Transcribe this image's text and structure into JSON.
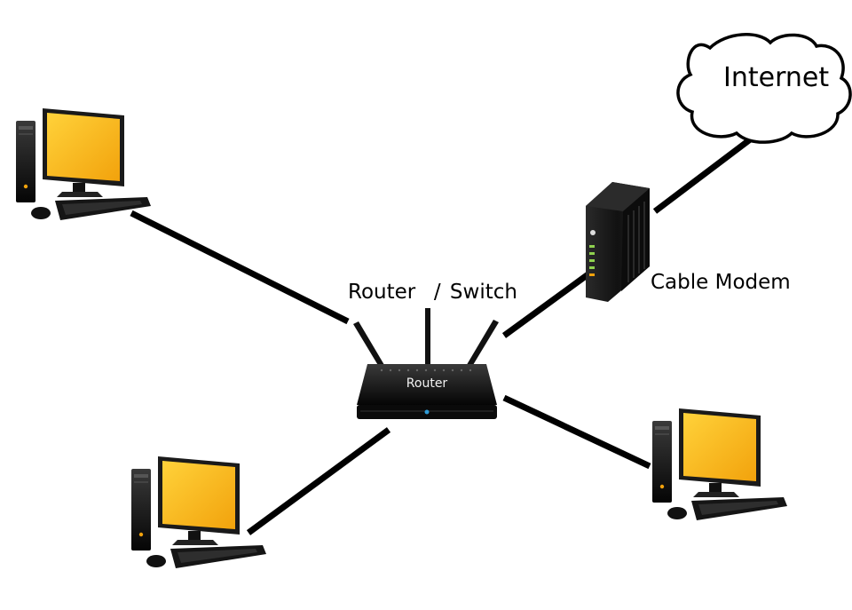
{
  "labels": {
    "internet": "Internet",
    "router_switch": "Router  / Switch",
    "cable_modem": "Cable Modem",
    "router_face": "Router"
  },
  "colors": {
    "monitor_screen": "#f2a20c",
    "monitor_screen_light": "#ffd23a",
    "device_black": "#111111",
    "cable": "#000000",
    "cloud_fill": "#ffffff",
    "router_led": "#2e9bd6",
    "modem_led": "#8fd14f"
  },
  "icons": {
    "cloud": "cloud-icon",
    "computer": "desktop-computer-icon",
    "router": "wireless-router-icon",
    "modem": "cable-modem-icon"
  }
}
